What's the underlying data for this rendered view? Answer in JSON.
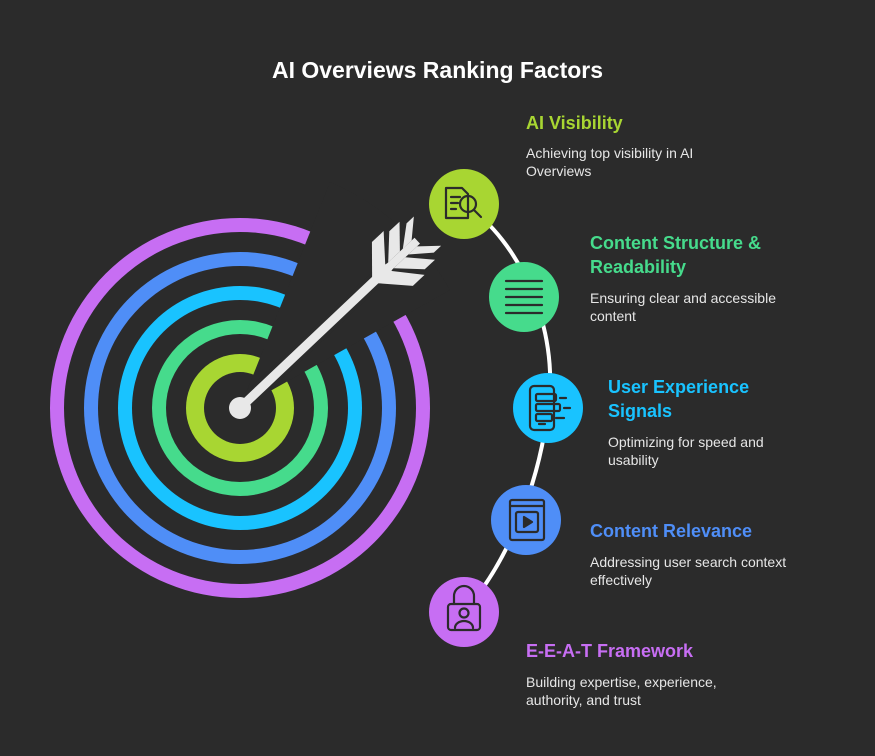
{
  "title": "AI Overviews Ranking Factors",
  "colors": {
    "background": "#2b2b2b",
    "purple": "#c76ef3",
    "blue": "#4f8ef7",
    "cyan": "#19c3ff",
    "green": "#46db8c",
    "lime": "#a8d632"
  },
  "factors": [
    {
      "heading": "AI Visibility",
      "description": "Achieving top visibility in AI Overviews",
      "color": "#a8d632",
      "icon": "document-magnifier-icon"
    },
    {
      "heading": "Content Structure & Readability",
      "description": "Ensuring clear and accessible content",
      "color": "#46db8c",
      "icon": "text-lines-icon"
    },
    {
      "heading": "User Experience Signals",
      "description": "Optimizing for speed and usability",
      "color": "#19c3ff",
      "icon": "mobile-layout-icon"
    },
    {
      "heading": "Content Relevance",
      "description": "Addressing user search context effectively",
      "color": "#4f8ef7",
      "icon": "video-book-icon"
    },
    {
      "heading": "E-E-A-T Framework",
      "description": "Building expertise, experience, authority, and trust",
      "color": "#c76ef3",
      "icon": "lock-user-icon"
    }
  ]
}
